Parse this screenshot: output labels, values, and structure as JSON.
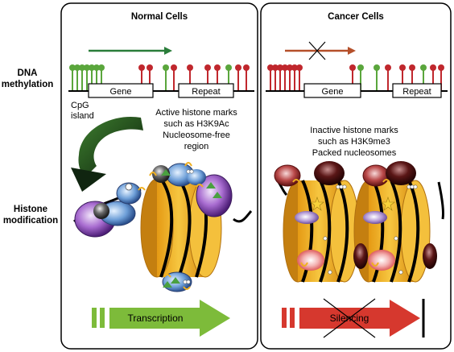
{
  "panels": {
    "normal": {
      "title": "Normal Cells"
    },
    "cancer": {
      "title": "Cancer Cells"
    }
  },
  "row_labels": {
    "dna_methylation": [
      "DNA",
      "methylation"
    ],
    "histone_modification": [
      "Histone",
      "modification"
    ]
  },
  "normal": {
    "gene": "Gene",
    "repeat": "Repeat",
    "cpg_island": [
      "CpG",
      "island"
    ],
    "marks_text": [
      "Active histone marks",
      "such as H3K9Ac",
      "Nucleosome-free",
      "region"
    ],
    "arrow_label": "Transcription"
  },
  "cancer": {
    "gene": "Gene",
    "repeat": "Repeat",
    "marks_text": [
      "Inactive histone marks",
      "such as H3K9me3",
      "Packed nucleosomes"
    ],
    "arrow_label": "Silencing"
  },
  "colors": {
    "unmethylated_green": "#5aa63c",
    "methylated_red": "#c0272d",
    "nucleosome_yellow": "#f2b632",
    "transcription_arrow": "#7dbb3a",
    "silencing_arrow": "#d6382e",
    "promoter_arrow_normal": "#2a7d3a",
    "promoter_arrow_cancer": "#b5502a"
  }
}
